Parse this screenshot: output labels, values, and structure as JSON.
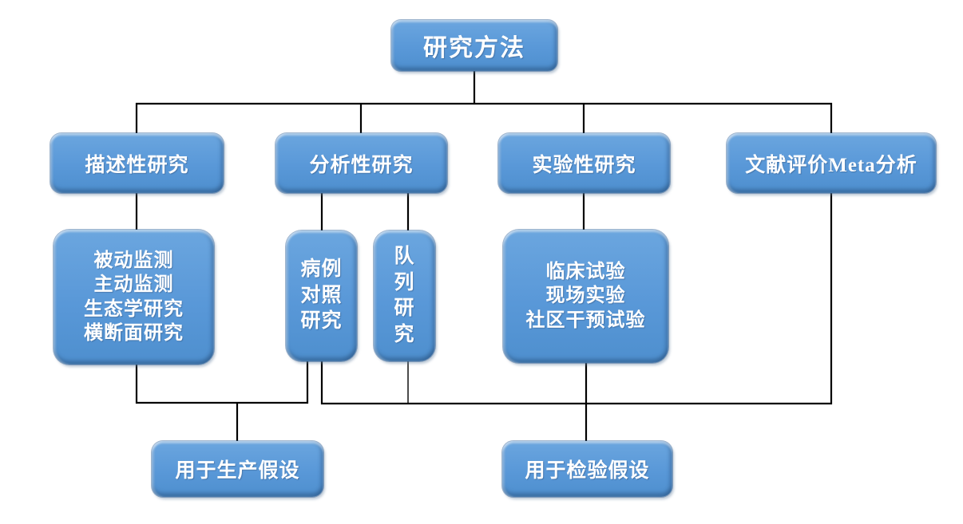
{
  "diagram": {
    "type": "flowchart",
    "nodes": {
      "root": "研究方法",
      "descriptive": "描述性研究",
      "analytical": "分析性研究",
      "experimental": "实验性研究",
      "meta_analysis": "文献评价Meta分析",
      "descriptive_sub": "被动监测\n主动监测\n生态学研究\n横断面研究",
      "case_control": "病例\n对照\n研究",
      "cohort": "队\n列\n研\n究",
      "experimental_sub": "临床试验\n现场实验\n社区干预试验",
      "generate_hypothesis": "用于生产假设",
      "test_hypothesis": "用于检验假设"
    },
    "edges": [
      {
        "from": "root",
        "to": "descriptive"
      },
      {
        "from": "root",
        "to": "analytical"
      },
      {
        "from": "root",
        "to": "experimental"
      },
      {
        "from": "root",
        "to": "meta_analysis"
      },
      {
        "from": "descriptive",
        "to": "descriptive_sub"
      },
      {
        "from": "analytical",
        "to": "case_control"
      },
      {
        "from": "analytical",
        "to": "cohort"
      },
      {
        "from": "experimental",
        "to": "experimental_sub"
      },
      {
        "from": "descriptive_sub",
        "to": "generate_hypothesis"
      },
      {
        "from": "case_control",
        "to": "generate_hypothesis"
      },
      {
        "from": "case_control",
        "to": "test_hypothesis"
      },
      {
        "from": "cohort",
        "to": "test_hypothesis"
      },
      {
        "from": "experimental_sub",
        "to": "test_hypothesis"
      },
      {
        "from": "meta_analysis",
        "to": "test_hypothesis"
      }
    ],
    "colors": {
      "canvas_bg": "#FFFFFF",
      "node_fill": "#5998D8",
      "node_fill_light": "#6BA6DF",
      "node_fill_dark": "#4E8FCE",
      "node_edge_dark": "#2F5E92",
      "connector": "#000000",
      "label_text": "#FFFFFF"
    }
  }
}
